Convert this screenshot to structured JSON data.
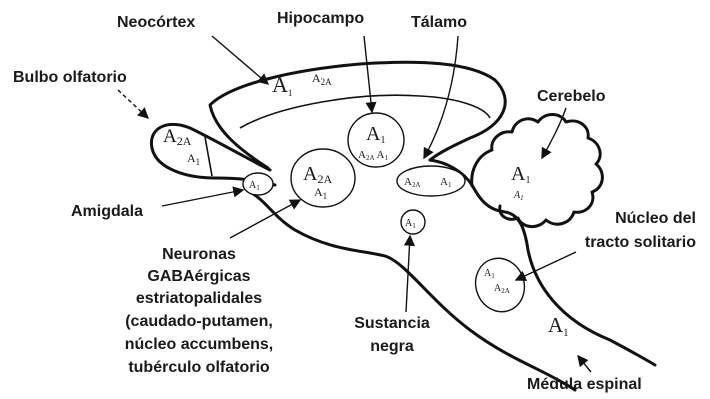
{
  "labels": {
    "neocortex": "Neocórtex",
    "hipocampo": "Hipocampo",
    "talamo": "Tálamo",
    "bulbo": "Bulbo olfatorio",
    "cerebelo": "Cerebelo",
    "amigdala": "Amigdala",
    "nucleo_l1": "Núcleo del",
    "nucleo_l2": "tracto solitario",
    "neuronas_l1": "Neuronas",
    "neuronas_l2": "GABAérgicas",
    "neuronas_l3": "estriatopalidales",
    "neuronas_l4": "(caudado-putamen,",
    "neuronas_l5": "núcleo accumbens,",
    "neuronas_l6": "tubérculo olfatorio",
    "sustancia_l1": "Sustancia",
    "sustancia_l2": "negra",
    "medula": "Médula espinal"
  },
  "receptors": {
    "a1": "A",
    "one": "1",
    "a2a": "A",
    "twoA": "2A",
    "twoA_cap": "2A"
  }
}
